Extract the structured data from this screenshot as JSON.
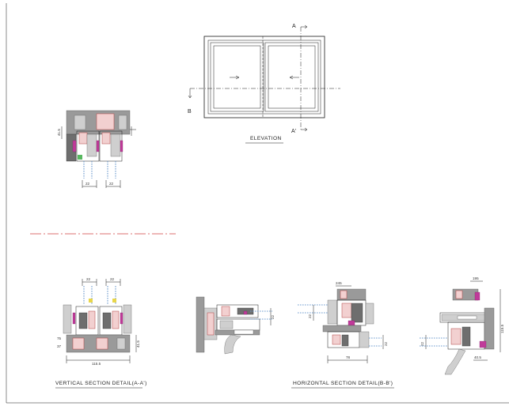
{
  "elevation": {
    "marker_a_top": "A",
    "marker_a_bottom": "A'",
    "marker_b": "B",
    "title": "ELEVATION"
  },
  "vertical_section": {
    "title": "VERTICAL SECTION DETAIL(A-A')",
    "top_detail_dims": [
      "22",
      "22",
      "41.5"
    ],
    "bottom_detail_dims": [
      "22",
      "22",
      "41.5",
      "115.5"
    ]
  },
  "horizontal_section": {
    "title": "HORIZONTAL SECTION DETAIL(B-B')",
    "left_detail_dims": [
      "22"
    ],
    "middle_detail_dims": [
      "245",
      "22",
      "22",
      "78"
    ],
    "right_detail_dims": [
      "195",
      "22",
      "115.5",
      "40.5"
    ]
  },
  "colors": {
    "line": "#1a1a1a",
    "aluminium": "#9a9a9a",
    "gasket": "#c03a9a",
    "thermal_break": "#f2d0d0",
    "glass": "#6e9ccf",
    "section_line": "#d04040"
  }
}
